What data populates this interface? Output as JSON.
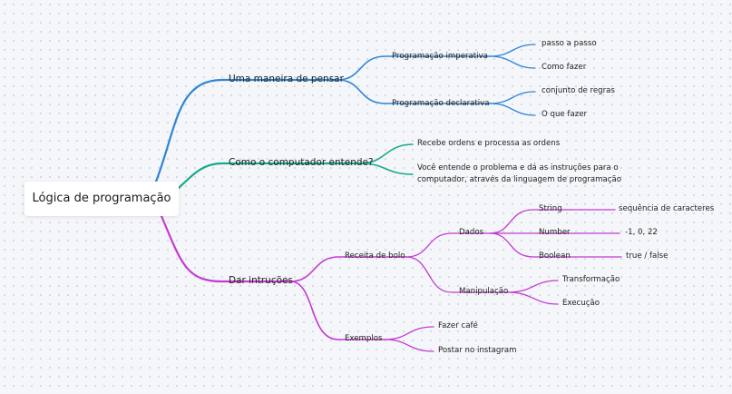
{
  "mindmap": {
    "root": "Lógica de programação",
    "colors": {
      "blue": "#2f86d6",
      "green": "#17a98e",
      "purple": "#c43bd3"
    },
    "branch1": {
      "label": "Uma maneira de pensar",
      "imperativa": {
        "label": "Programação imperativa",
        "children": [
          "passo a passo",
          "Como fazer"
        ]
      },
      "declarativa": {
        "label": "Programação declarativa",
        "children": [
          "conjunto de regras",
          "O que fazer"
        ]
      }
    },
    "branch2": {
      "label": "Como o computador entende?",
      "children": [
        "Recebe ordens e processa as ordens",
        "Você entende o problema e dá as instruções para o",
        "computador, através da linguagem de programação"
      ]
    },
    "branch3": {
      "label": "Dar intruções",
      "receita": {
        "label": "Receita de bolo",
        "dados": {
          "label": "Dados",
          "items": [
            {
              "type": "String",
              "value": "sequência de caracteres"
            },
            {
              "type": "Number",
              "value": "-1, 0, 22"
            },
            {
              "type": "Boolean",
              "value": "true / false"
            }
          ]
        },
        "manipulacao": {
          "label": "Manipulação",
          "children": [
            "Transformação",
            "Execução"
          ]
        }
      },
      "exemplos": {
        "label": "Exemplos",
        "children": [
          "Fazer café",
          "Postar no instagram"
        ]
      }
    }
  }
}
